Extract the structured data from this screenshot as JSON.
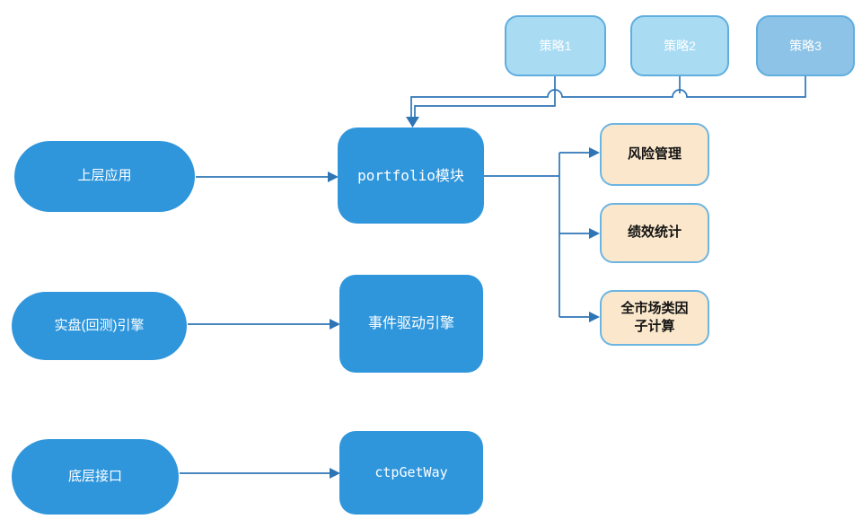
{
  "diagram": {
    "nodes": {
      "strategy1": {
        "label": "策略1",
        "shape": "rounded-rect",
        "fill": "#A9DBF3"
      },
      "strategy2": {
        "label": "策略2",
        "shape": "rounded-rect",
        "fill": "#A9DBF3"
      },
      "strategy3": {
        "label": "策略3",
        "shape": "rounded-rect",
        "fill": "#8CC3E6"
      },
      "upper_app": {
        "label": "上层应用",
        "shape": "stadium",
        "fill": "#2F96DC"
      },
      "portfolio": {
        "label": "portfolio模块",
        "shape": "rounded-rect",
        "fill": "#2F96DC"
      },
      "risk": {
        "label": "风险管理",
        "shape": "rounded-rect",
        "fill": "#FBE8CC"
      },
      "perf": {
        "label": "绩效统计",
        "shape": "rounded-rect",
        "fill": "#FBE8CC"
      },
      "factor": {
        "label": "全市场类因子计算",
        "shape": "rounded-rect",
        "fill": "#FBE8CC"
      },
      "live_engine": {
        "label": "实盘(回测)引擎",
        "shape": "stadium",
        "fill": "#2F96DC"
      },
      "event_engine": {
        "label": "事件驱动引擎",
        "shape": "rounded-rect",
        "fill": "#2F96DC"
      },
      "bottom_if": {
        "label": "底层接口",
        "shape": "stadium",
        "fill": "#2F96DC"
      },
      "ctp": {
        "label": "ctpGetWay",
        "shape": "rounded-rect",
        "fill": "#2F96DC"
      }
    },
    "edges": [
      {
        "from": "策略1",
        "to": "portfolio模块"
      },
      {
        "from": "策略2",
        "to": "portfolio模块"
      },
      {
        "from": "策略3",
        "to": "portfolio模块"
      },
      {
        "from": "上层应用",
        "to": "portfolio模块"
      },
      {
        "from": "portfolio模块",
        "to": "风险管理"
      },
      {
        "from": "portfolio模块",
        "to": "绩效统计"
      },
      {
        "from": "portfolio模块",
        "to": "全市场类因子计算"
      },
      {
        "from": "实盘(回测)引擎",
        "to": "事件驱动引擎"
      },
      {
        "from": "底层接口",
        "to": "ctpGetWay"
      }
    ],
    "colors": {
      "primary_blue": "#2F96DC",
      "strategy_light_blue": "#A9DBF3",
      "strategy3_blue": "#8CC3E6",
      "strategy_border": "#5FAEDE",
      "output_fill": "#FBE8CC",
      "output_border": "#6CB5E2",
      "connector": "#2E75B6",
      "text_on_blue": "#FFFFFF",
      "text_on_cream": "#141414",
      "background": "#FFFFFF"
    }
  }
}
